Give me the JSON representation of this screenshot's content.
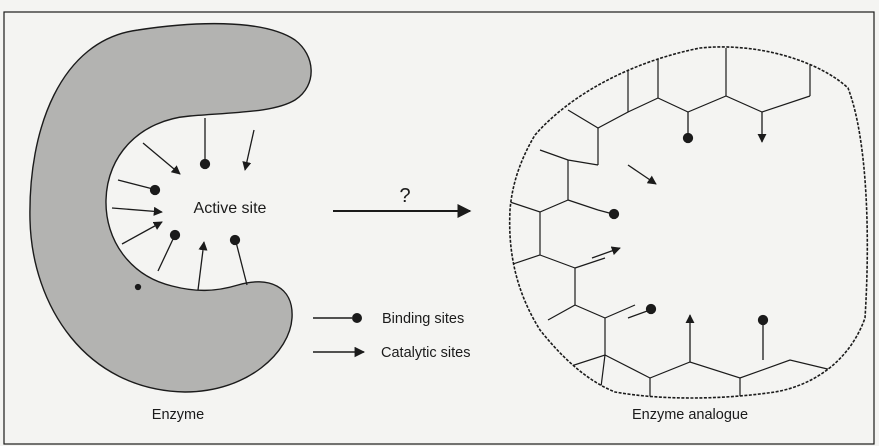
{
  "labels": {
    "active_site": "Active site",
    "arrow_question": "?",
    "enzyme": "Enzyme",
    "enzyme_analogue": "Enzyme analogue"
  },
  "legend": {
    "binding": "Binding sites",
    "catalytic": "Catalytic sites"
  },
  "colors": {
    "enzyme_fill": "#b3b3b1",
    "stroke": "#1b1b1b",
    "background": "#f4f4f2"
  }
}
